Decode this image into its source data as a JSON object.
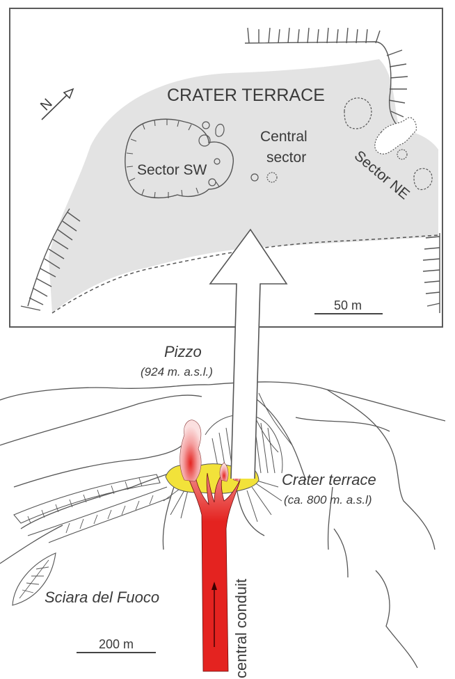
{
  "inset": {
    "title": "CRATER TERRACE",
    "sector_sw": "Sector SW",
    "central_line1": "Central",
    "central_line2": "sector",
    "sector_ne": "Sector NE",
    "north_arrow": "N",
    "scale_label": "50 m"
  },
  "profile": {
    "pizzo": "Pizzo",
    "pizzo_elev": "(924 m. a.s.l.)",
    "crater_terrace": "Crater terrace",
    "crater_terrace_elev": "(ca. 800 m. a.s.l)",
    "sciara": "Sciara del Fuoco",
    "conduit": "central conduit",
    "scale_label": "200 m"
  },
  "colors": {
    "terrace_fill": "#e3e3e3",
    "conduit_red": "#e42320",
    "terrace_yellow": "#f2e23a",
    "line": "#4a4a4a"
  }
}
